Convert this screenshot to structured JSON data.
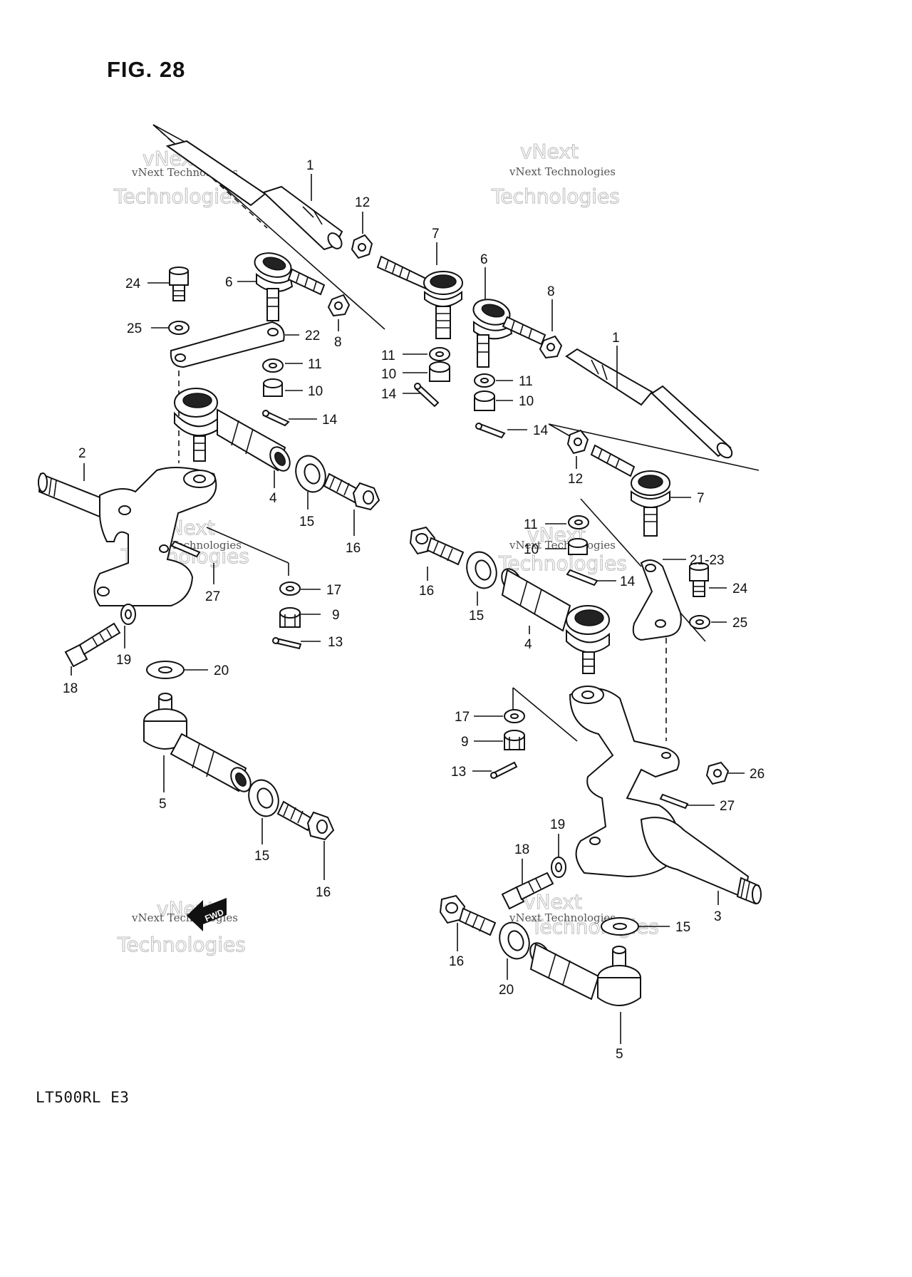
{
  "figure": {
    "title": "FIG. 28",
    "model": "LT500RL E3"
  },
  "watermark": {
    "line1": "vNext Technologies",
    "line2": "Technologies",
    "line3": "vNext"
  },
  "fwd_label": "FWD",
  "callouts": [
    {
      "id": "c1a",
      "text": "1"
    },
    {
      "id": "c12a",
      "text": "12"
    },
    {
      "id": "c7a",
      "text": "7"
    },
    {
      "id": "c24a",
      "text": "24"
    },
    {
      "id": "c6a",
      "text": "6"
    },
    {
      "id": "c25a",
      "text": "25"
    },
    {
      "id": "c22",
      "text": "22"
    },
    {
      "id": "c8a",
      "text": "8"
    },
    {
      "id": "c11a",
      "text": "11"
    },
    {
      "id": "c10a",
      "text": "10"
    },
    {
      "id": "c14a",
      "text": "14"
    },
    {
      "id": "c2",
      "text": "2"
    },
    {
      "id": "c4a",
      "text": "4"
    },
    {
      "id": "c15a",
      "text": "15"
    },
    {
      "id": "c16a",
      "text": "16"
    },
    {
      "id": "c27a",
      "text": "27"
    },
    {
      "id": "c17a",
      "text": "17"
    },
    {
      "id": "c9a",
      "text": "9"
    },
    {
      "id": "c13a",
      "text": "13"
    },
    {
      "id": "c19a",
      "text": "19"
    },
    {
      "id": "c18a",
      "text": "18"
    },
    {
      "id": "c20a",
      "text": "20"
    },
    {
      "id": "c5a",
      "text": "5"
    },
    {
      "id": "c15b",
      "text": "15"
    },
    {
      "id": "c16b",
      "text": "16"
    },
    {
      "id": "c11b",
      "text": "11"
    },
    {
      "id": "c10b",
      "text": "10"
    },
    {
      "id": "c14b",
      "text": "14"
    },
    {
      "id": "c6b",
      "text": "6"
    },
    {
      "id": "c8b",
      "text": "8"
    },
    {
      "id": "c1b",
      "text": "1"
    },
    {
      "id": "c11c",
      "text": "11"
    },
    {
      "id": "c10c",
      "text": "10"
    },
    {
      "id": "c14c",
      "text": "14"
    },
    {
      "id": "c12b",
      "text": "12"
    },
    {
      "id": "c7b",
      "text": "7"
    },
    {
      "id": "c11d",
      "text": "11"
    },
    {
      "id": "c10d",
      "text": "10"
    },
    {
      "id": "c2123",
      "text": "21-23"
    },
    {
      "id": "c14d",
      "text": "14"
    },
    {
      "id": "c24b",
      "text": "24"
    },
    {
      "id": "c25b",
      "text": "25"
    },
    {
      "id": "c16c",
      "text": "16"
    },
    {
      "id": "c15c",
      "text": "15"
    },
    {
      "id": "c4b",
      "text": "4"
    },
    {
      "id": "c17b",
      "text": "17"
    },
    {
      "id": "c9b",
      "text": "9"
    },
    {
      "id": "c13b",
      "text": "13"
    },
    {
      "id": "c26",
      "text": "26"
    },
    {
      "id": "c27b",
      "text": "27"
    },
    {
      "id": "c19b",
      "text": "19"
    },
    {
      "id": "c18b",
      "text": "18"
    },
    {
      "id": "c3",
      "text": "3"
    },
    {
      "id": "c16d",
      "text": "16"
    },
    {
      "id": "c20b",
      "text": "20"
    },
    {
      "id": "c15d",
      "text": "15"
    },
    {
      "id": "c5b",
      "text": "5"
    }
  ]
}
